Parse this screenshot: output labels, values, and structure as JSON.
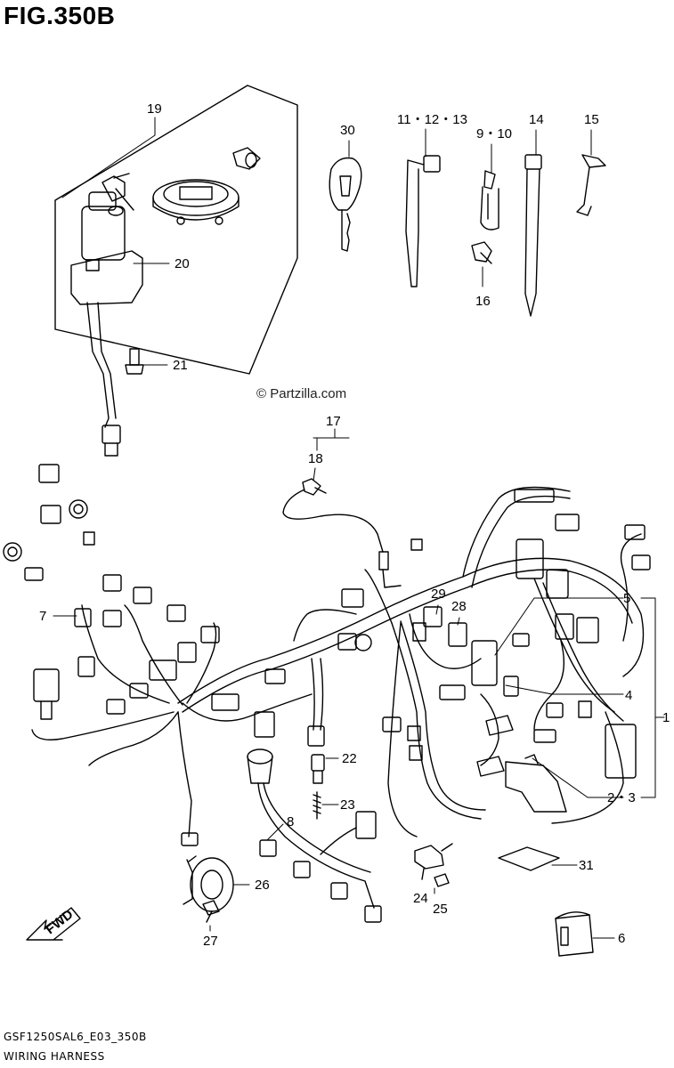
{
  "figure": {
    "title": "FIG.350B"
  },
  "watermark": "© Partzilla.com",
  "footer": {
    "code": "GSF1250SAL6_E03_350B",
    "name": "WIRING HARNESS"
  },
  "arrow_label": "FWD",
  "callouts": {
    "c1": "1",
    "c23": "2・3",
    "c4": "4",
    "c5": "5",
    "c6": "6",
    "c7": "7",
    "c8": "8",
    "c910": "9・10",
    "c111213": "11・12・13",
    "c14": "14",
    "c15": "15",
    "c16": "16",
    "c17": "17",
    "c18": "18",
    "c19": "19",
    "c20": "20",
    "c21": "21",
    "c22": "22",
    "c23b": "23",
    "c24": "24",
    "c25": "25",
    "c26": "26",
    "c27": "27",
    "c28": "28",
    "c29": "29",
    "c30": "30",
    "c31": "31"
  }
}
